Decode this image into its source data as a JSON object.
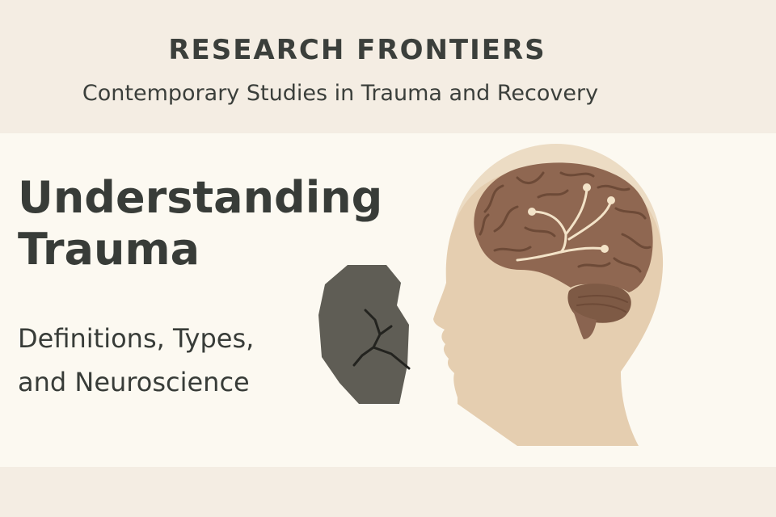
{
  "header": {
    "series_title": "RESEARCH FRONTIERS",
    "series_subtitle": "Contemporary Studies in Trauma and Recovery"
  },
  "main": {
    "title_lines": [
      "Understanding",
      "Trauma"
    ],
    "subtitle_lines": [
      "Definitions, Types,",
      "and Neuroscience"
    ]
  },
  "illustration": {
    "icons": [
      "cracked-stone-icon",
      "head-profile-icon",
      "brain-icon"
    ],
    "colors": {
      "background_band": "#f4ede3",
      "panel": "#fcf9f1",
      "head_silhouette": "#e5ceb0",
      "head_halo": "#ecdcc4",
      "brain": "#8f6751",
      "brain_fold_lines": "#6d4a37",
      "neural_pathways": "#f3e3c8",
      "stone": "#5f5d55",
      "text": "#3a3d38"
    }
  }
}
